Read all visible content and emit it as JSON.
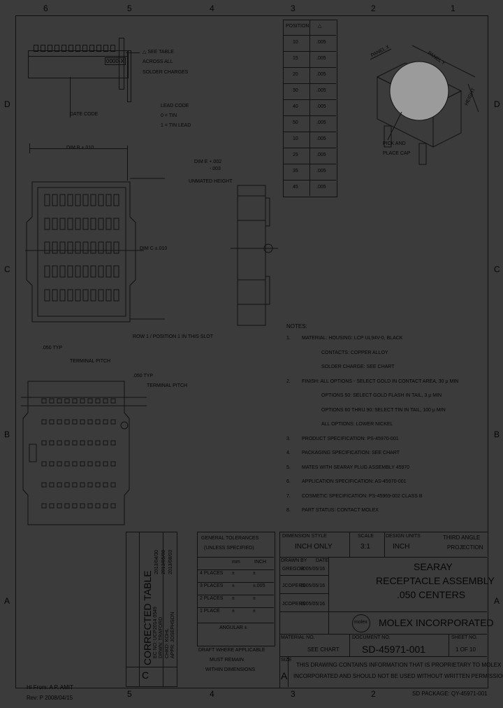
{
  "zones": {
    "top": [
      "6",
      "5",
      "4",
      "3",
      "2",
      "1"
    ],
    "bottom": [
      "5",
      "4",
      "3",
      "2"
    ],
    "side": [
      "D",
      "C",
      "B",
      "A"
    ]
  },
  "position_table": {
    "headers": [
      "POSITION",
      "△"
    ],
    "rows": [
      [
        "10",
        ".005"
      ],
      [
        "15",
        ".005"
      ],
      [
        "20",
        ".005"
      ],
      [
        "30",
        ".005"
      ],
      [
        "40",
        ".005"
      ],
      [
        "50",
        ".005"
      ],
      [
        "10",
        ".005"
      ],
      [
        "25",
        ".005"
      ],
      [
        "35",
        ".005"
      ],
      [
        "45",
        ".005"
      ]
    ]
  },
  "top_view": {
    "part_marker": "0000-X",
    "callout_table_lines": [
      "△ SEE TABLE",
      "ACROSS ALL",
      "SOLDER CHARGES"
    ],
    "date_code": "DATE CODE",
    "lead_code_lines": [
      "LEAD CODE",
      "0 = TIN",
      "1 = TIN LEAD"
    ]
  },
  "pick_place": {
    "labels": [
      "PICK AND",
      "PLACE CAP"
    ],
    "dim_a": "PANEL X",
    "dim_b": "PANEL Y",
    "dim_c": "HEIGHT"
  },
  "front_view": {
    "dim_top": "DIM B +.010",
    "dim_right": "DIM C ±.010",
    "row1": "ROW 1 / POSITION 1 IN THIS SLOT"
  },
  "side_view": {
    "dim_lines": [
      "DIM E +.002",
      "-.003"
    ],
    "label": "UNMATED HEIGHT"
  },
  "bottom_view": {
    "pitch_a": [
      ".050 TYP",
      "TERMINAL PITCH"
    ],
    "pitch_b": [
      ".050 TYP",
      "TERMINAL PITCH"
    ]
  },
  "notes": {
    "title": "NOTES:",
    "items": [
      {
        "num": "1.",
        "lines": [
          "MATERIAL: HOUSING: LCP UL94V-0, BLACK",
          "CONTACTS: COPPER ALLOY",
          "SOLDER CHARGE: SEE CHART"
        ]
      },
      {
        "num": "2.",
        "lines": [
          "FINISH: ALL OPTIONS - SELECT GOLD IN CONTACT AREA, 30 µ MIN",
          "OPTIONS 50: SELECT GOLD FLASH IN TAIL, 3 µ MIN",
          "OPTIONS 60 THRU 90: SELECT TIN IN TAIL, 100 µ MIN",
          "ALL OPTIONS: LOWER NICKEL"
        ]
      },
      {
        "num": "3.",
        "lines": [
          "PRODUCT SPECIFICATION: PS-45970-001"
        ]
      },
      {
        "num": "4.",
        "lines": [
          "PACKAGING SPECIFICATION: SEE CHART"
        ]
      },
      {
        "num": "5.",
        "lines": [
          "MATES WITH SEARAY PLUG ASSEMBLY 45970"
        ]
      },
      {
        "num": "6.",
        "lines": [
          "APPLICATION SPECIFICATION: AS-45970-001"
        ]
      },
      {
        "num": "7.",
        "lines": [
          "COSMETIC SPECIFICATION: PS-45969-002 CLASS B"
        ]
      },
      {
        "num": "8.",
        "lines": [
          "PART STATUS: CONTACT MOLEX"
        ]
      }
    ]
  },
  "revision": {
    "title": "CORRECTED TABLE",
    "lines": [
      "EC NO: UCP2014 0549",
      "DRWN: TRAFORD",
      "CHKD: KOHL",
      "APPR: JOSEPHSON"
    ],
    "dates": [
      "2013/04/30",
      "2013/05/08",
      "2013/08/03"
    ],
    "letter": "C"
  },
  "title_block": {
    "general_tol": [
      "GENERAL TOLERANCES",
      "(UNLESS SPECIFIED)"
    ],
    "tol_headers": [
      "mm",
      "INCH"
    ],
    "tol_rows": [
      [
        "4 PLACES",
        "±",
        "±"
      ],
      [
        "3 PLACES",
        "±",
        "±.005"
      ],
      [
        "2 PLACES",
        "±",
        "±"
      ],
      [
        "1 PLACE",
        "±",
        "±"
      ]
    ],
    "angular": "ANGULAR ±",
    "dim_style_label": "DIMENSION STYLE",
    "dim_style": "INCH ONLY",
    "scale_label": "SCALE",
    "scale": "3:1",
    "design_units_label": "DESIGN UNITS",
    "design_units": "INCH",
    "projection": [
      "THIRD ANGLE",
      "PROJECTION"
    ],
    "drawn_label": "DRAWN BY",
    "drawn": "GREGOR",
    "drawn_date": "2005/05/16",
    "checked": "JCOPERS",
    "checked_date": "2005/05/16",
    "approved": "JCOPERS",
    "approved_date": "2005/05/16",
    "date_label": "DATE",
    "title": [
      "SEARAY",
      "RECEPTACLE ASSEMBLY",
      ".050 CENTERS"
    ],
    "company": "MOLEX INCORPORATED",
    "logo": "molex",
    "material_label": "MATERIAL NO.",
    "material": "SEE CHART",
    "document_label": "DOCUMENT NO.",
    "document": "SD-45971-001",
    "sheet_label": "SHEET NO.",
    "sheet": "1 OF 10",
    "drafting": [
      "DRAFT WHERE APPLICABLE",
      "MUST REMAIN",
      "WITHIN DIMENSIONS"
    ],
    "size_label": "SIZE",
    "size": "A",
    "proprietary": [
      "THIS DRAWING CONTAINS INFORMATION THAT IS PROPRIETARY TO MOLEX",
      "INCORPORATED AND SHOULD NOT BE USED WITHOUT WRITTEN PERMISSION"
    ]
  },
  "footer": {
    "from": "Hi From: A P. AMIT",
    "rev": "Rev: P 2008/04/15",
    "package": "SD PACKAGE: QY-45971-001"
  }
}
